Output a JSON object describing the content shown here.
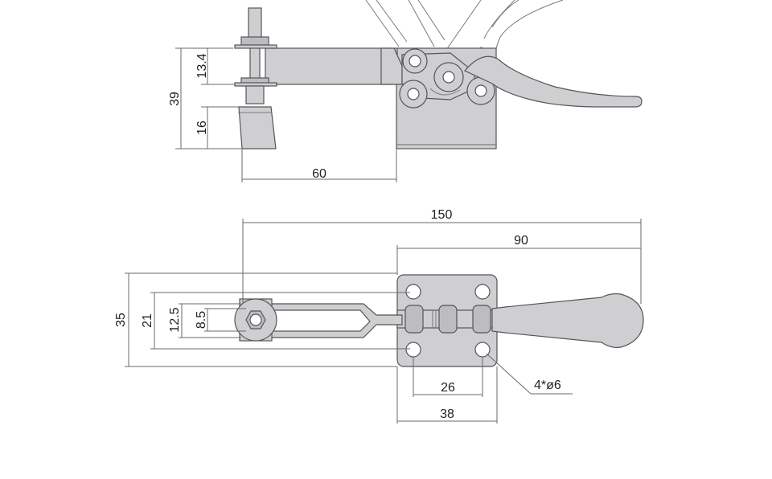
{
  "colors": {
    "part_fill": "#cfcfd2",
    "part_stroke": "#555559",
    "dimension_line": "#6a6a6e",
    "text": "#222222"
  },
  "side_view": {
    "dim_overall_height": "39",
    "dim_spindle_upper": "13.4",
    "dim_spindle_lower": "16",
    "dim_bar_length": "60"
  },
  "top_view": {
    "dim_total_length": "150",
    "dim_base_to_handle": "90",
    "dim_outer_width": "35",
    "dim_arm_width": "21",
    "dim_slot_outer": "12.5",
    "dim_slot_inner": "8.5",
    "dim_hole_spacing": "26",
    "dim_base_width": "38",
    "callout_holes": "4*ø6"
  }
}
